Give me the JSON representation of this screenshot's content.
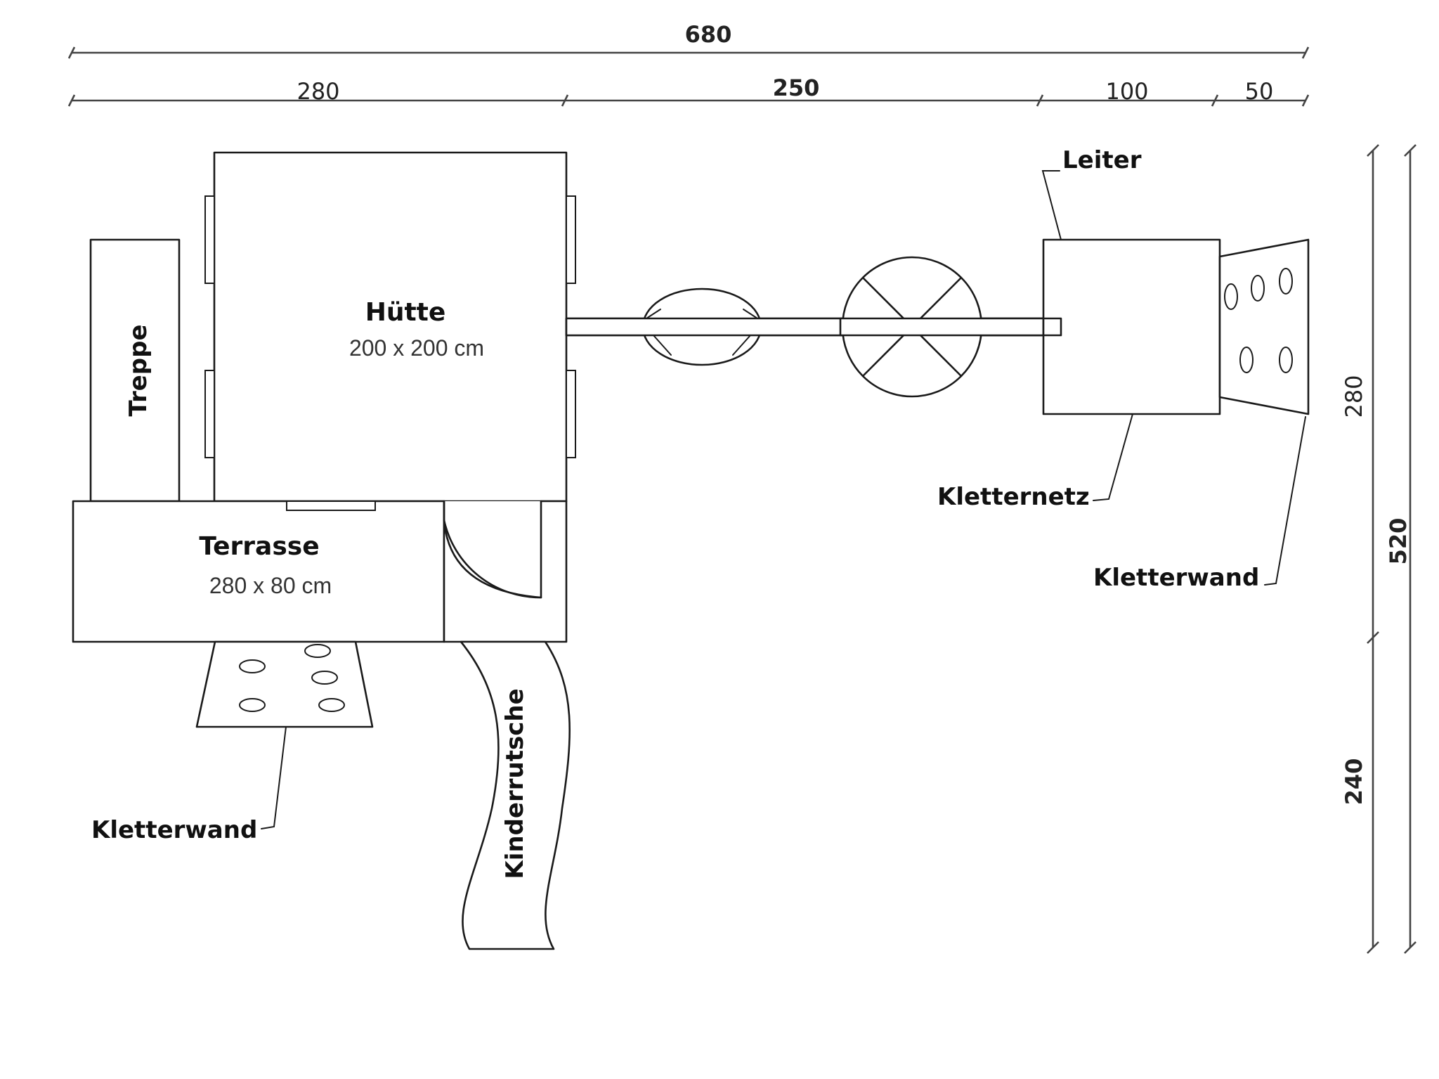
{
  "dimensions": {
    "total_width": "680",
    "width_segments": [
      "280",
      "250",
      "100",
      "50"
    ],
    "total_height": "520",
    "height_segments": [
      "280",
      "240"
    ]
  },
  "labels": {
    "hut_title": "Hütte",
    "hut_size": "200 x 200 cm",
    "stairs": "Treppe",
    "terrace_title": "Terrasse",
    "terrace_size": "280 x 80 cm",
    "ladder": "Leiter",
    "climbing_net": "Kletternetz",
    "climbing_wall_right": "Kletterwand",
    "climbing_wall_bottom": "Kletterwand",
    "slide": "Kinderrutsche"
  }
}
